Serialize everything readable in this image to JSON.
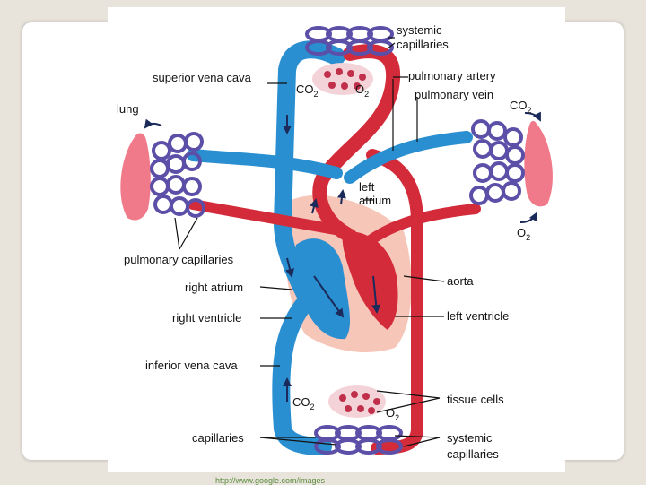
{
  "figure": {
    "labels": {
      "systemic_capillaries_top": [
        "systemic",
        "capillaries"
      ],
      "superior_vena_cava": "superior vena cava",
      "pulmonary_artery": "pulmonary artery",
      "pulmonary_vein": "pulmonary vein",
      "lung": "lung",
      "left_atrium": [
        "left",
        "atrium"
      ],
      "pulmonary_capillaries": "pulmonary capillaries",
      "right_atrium": "right atrium",
      "right_ventricle": "right ventricle",
      "aorta": "aorta",
      "left_ventricle": "left ventricle",
      "inferior_vena_cava": "inferior vena cava",
      "tissue_cells": "tissue cells",
      "capillaries": "capillaries",
      "systemic_capillaries_bottom": [
        "systemic",
        "capillaries"
      ]
    },
    "gases": {
      "top_co2": {
        "base": "CO",
        "sub": "2"
      },
      "top_o2": {
        "base": "O",
        "sub": "2"
      },
      "right_co2": {
        "base": "CO",
        "sub": "2"
      },
      "right_o2": {
        "base": "O",
        "sub": "2"
      },
      "bottom_co2": {
        "base": "CO",
        "sub": "2"
      },
      "bottom_o2": {
        "base": "O",
        "sub": "2"
      }
    },
    "colors": {
      "oxygenated": "#d42b3a",
      "deoxygenated": "#2a8fd0",
      "capillary": "#5b4fa8",
      "lung_tissue": "#f07a8a",
      "heart_wall": "#f6c6b8"
    }
  },
  "footer": {
    "source_url": "http://www.google.com/images"
  }
}
